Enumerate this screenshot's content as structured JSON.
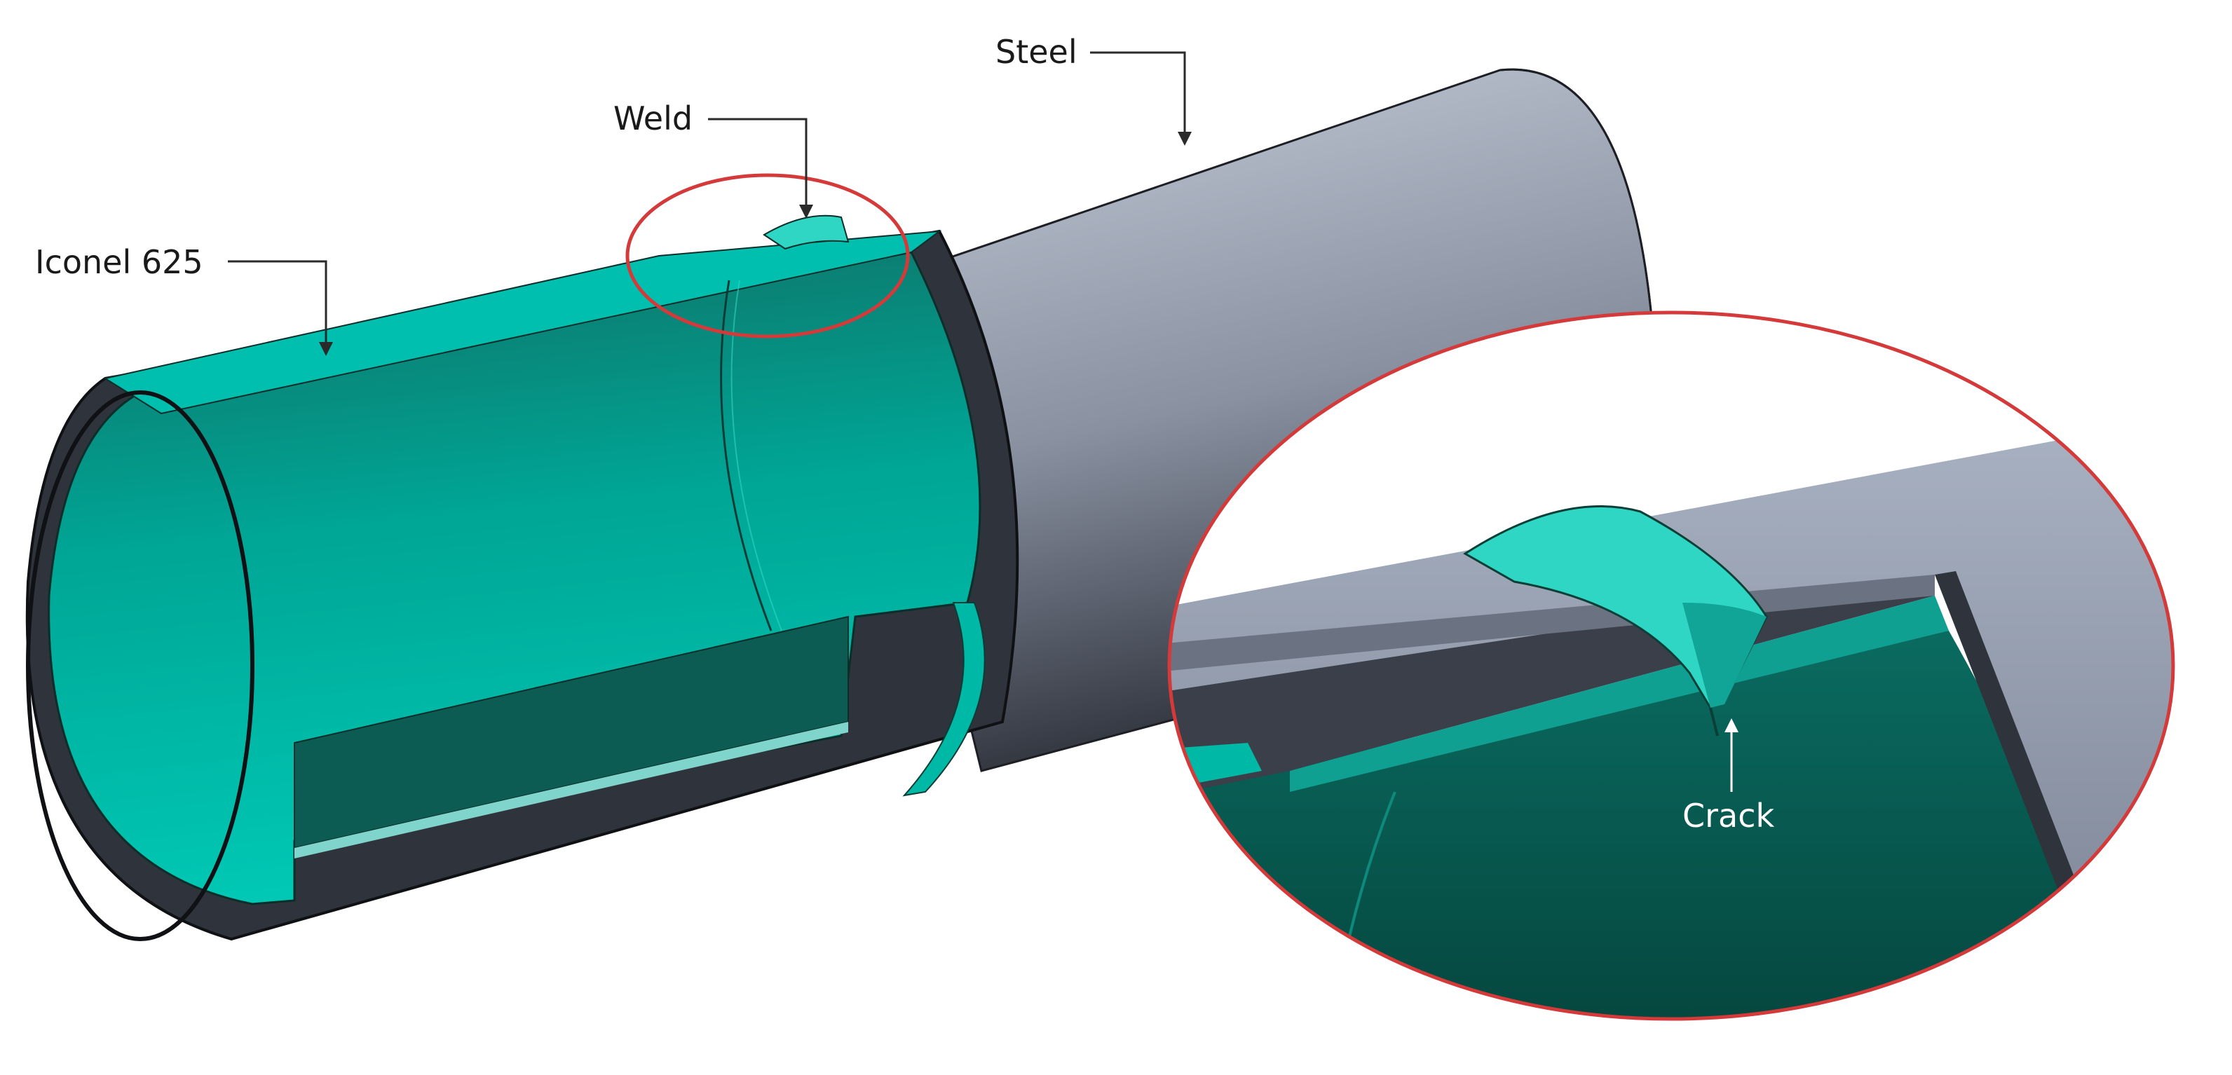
{
  "labels": {
    "steel": "Steel",
    "weld": "Weld",
    "iconel": "Iconel 625",
    "crack": "Crack"
  },
  "colors": {
    "steel_light": "#b9c1d0",
    "steel_dark": "#3a3e48",
    "iconel_teal": "#00b3a3",
    "iconel_dark": "#0a4a42",
    "weld_teal": "#2fd6c3",
    "highlight_ring": "#d43a3a"
  }
}
